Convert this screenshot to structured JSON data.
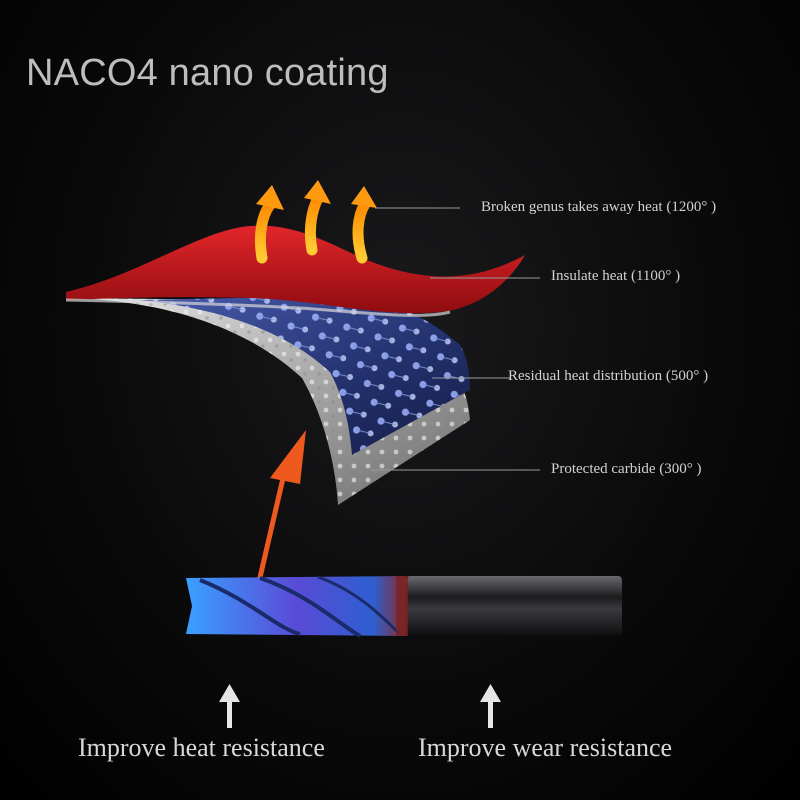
{
  "title": "NACO4 nano coating",
  "layers": [
    {
      "label": "Broken genus takes away heat (1200° )"
    },
    {
      "label": "Insulate heat (1100° )"
    },
    {
      "label": "Residual heat distribution (500° )"
    },
    {
      "label": "Protected carbide (300° )"
    }
  ],
  "benefits": [
    {
      "label": "Improve heat resistance"
    },
    {
      "label": "Improve wear resistance"
    }
  ],
  "colors": {
    "heat_layer": "#c8161b",
    "nano_layer": "#2b3f8a",
    "carbide_layer": "#b8b8b8",
    "heat_arrow": "#ffb01a",
    "pointer_arrow": "#ee5a1e",
    "tool_flute": "#3a7fe0",
    "tool_shank": "#2a2a2c"
  }
}
